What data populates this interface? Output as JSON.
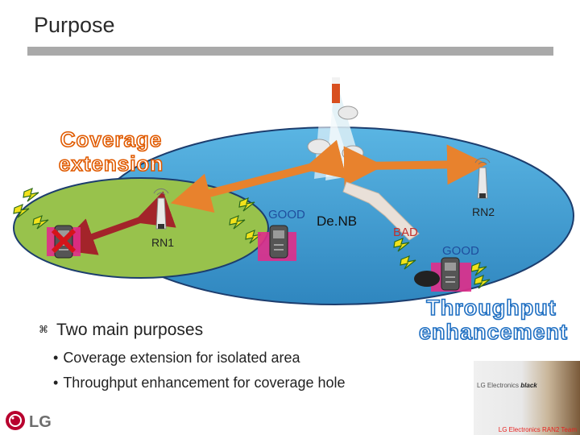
{
  "title": "Purpose",
  "diagram": {
    "coverage_heading": [
      "Coverage",
      "extension"
    ],
    "throughput_heading": [
      "Throughput",
      "enhancement"
    ],
    "labels": {
      "good_left": "GOOD",
      "denb": "De.NB",
      "bad": "BAD",
      "rn1": "RN1",
      "rn2": "RN2",
      "good_right": "GOOD"
    },
    "colors": {
      "big_cell": "#47a4d6",
      "small_cell": "#98c24c",
      "arrow_left": "#a3242a",
      "arrow_orange": "#e8822d",
      "good_text": "#1f4e9e",
      "bad_text": "#c0302f",
      "coverage_stroke": "#e05a00",
      "throughput_stroke": "#1f6fc2"
    }
  },
  "bullets": {
    "main": "Two main purposes",
    "sub": [
      "Coverage extension for isolated area",
      "Throughput enhancement for coverage hole"
    ]
  },
  "logo": "LG",
  "ad": {
    "brand_prefix": "LG Electronics",
    "brand_product": "black",
    "caption": "LG Electronics RAN2 Team"
  }
}
